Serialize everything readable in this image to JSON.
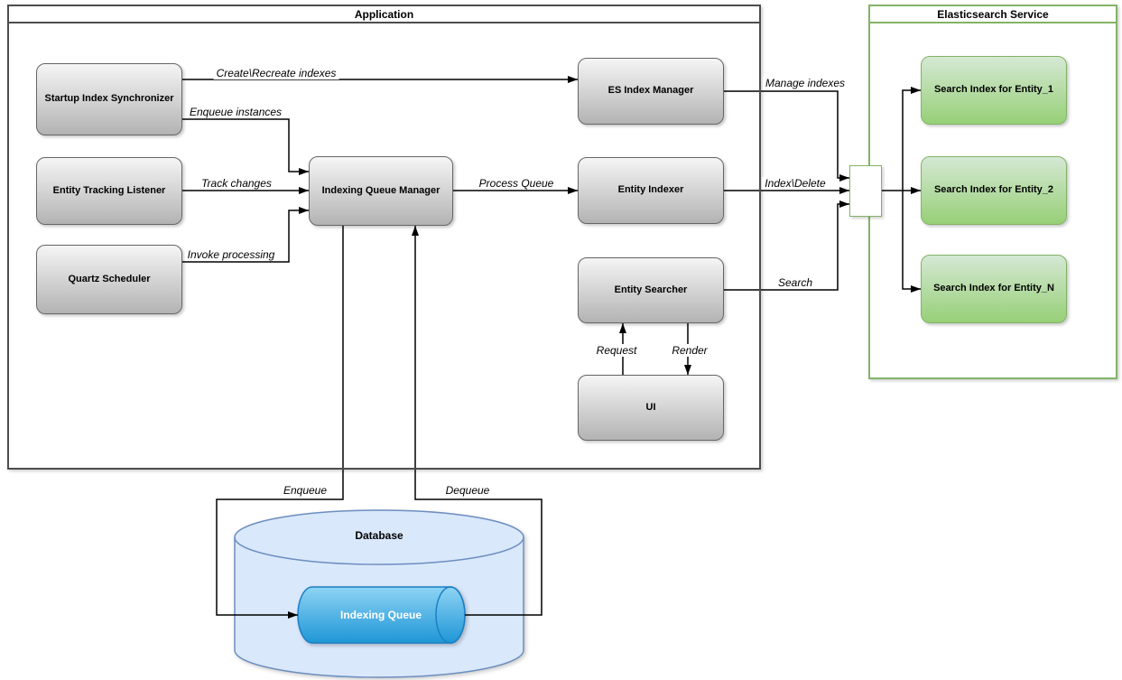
{
  "containers": {
    "application": {
      "title": "Application"
    },
    "elasticsearch_service": {
      "title": "Elasticsearch Service"
    }
  },
  "nodes": {
    "startup_index_synchronizer": "Startup Index Synchronizer",
    "entity_tracking_listener": "Entity Tracking Listener",
    "quartz_scheduler": "Quartz Scheduler",
    "indexing_queue_manager": "Indexing Queue Manager",
    "es_index_manager": "ES Index Manager",
    "entity_indexer": "Entity Indexer",
    "entity_searcher": "Entity Searcher",
    "ui": "UI",
    "search_index_entity_1": "Search Index for Entity_1",
    "search_index_entity_2": "Search Index for Entity_2",
    "search_index_entity_n": "Search Index for Entity_N",
    "database": "Database",
    "indexing_queue": "Indexing Queue"
  },
  "edge_labels": {
    "create_recreate_indexes": "Create\\Recreate indexes",
    "enqueue_instances": "Enqueue instances",
    "track_changes": "Track changes",
    "invoke_processing": "Invoke processing",
    "process_queue": "Process Queue",
    "manage_indexes": "Manage indexes",
    "index_delete": "Index\\Delete",
    "search": "Search",
    "request": "Request",
    "render": "Render",
    "enqueue": "Enqueue",
    "dequeue": "Dequeue"
  },
  "colors": {
    "edge": "#000000",
    "app_container_border": "#4d4d4d",
    "es_container_border": "#82b366",
    "gray_node_top": "#f5f5f5",
    "gray_node_bottom": "#b3b3b3",
    "gray_node_border": "#666666",
    "green_node_top": "#d5e8d4",
    "green_node_bottom": "#97d077",
    "green_node_border": "#82b366",
    "database_fill": "#dae8fc",
    "database_border": "#6c8ebf",
    "queue_fill_top": "#8ed3f4",
    "queue_fill_bottom": "#1e96d6",
    "queue_border": "#1b7fc4",
    "queue_text": "#ffffff"
  }
}
